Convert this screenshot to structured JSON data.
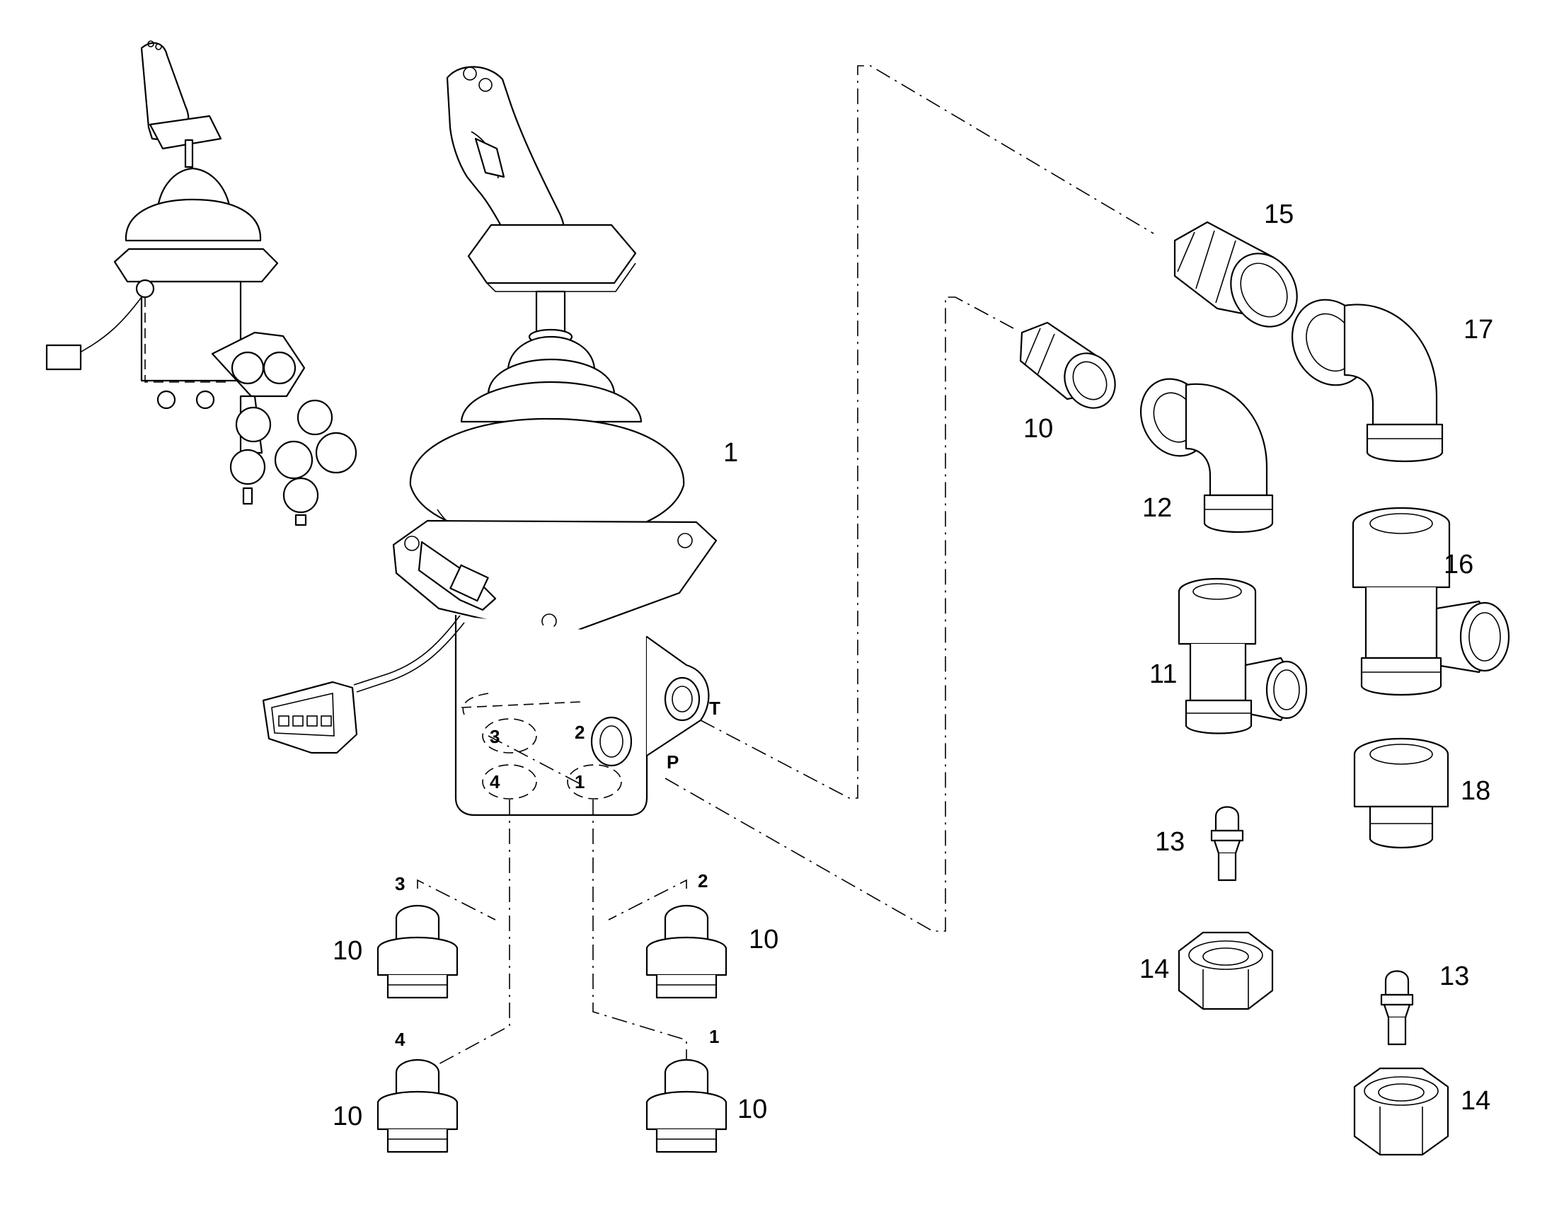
{
  "callouts": {
    "main_valve": "1",
    "fitting_10_top": "10",
    "fitting_10_a": "10",
    "fitting_10_b": "10",
    "fitting_10_c": "10",
    "fitting_10_d": "10",
    "tee_11": "11",
    "elbow_12": "12",
    "nipple_13_a": "13",
    "nipple_13_b": "13",
    "nut_14_a": "14",
    "nut_14_b": "14",
    "adapter_15": "15",
    "tee_16": "16",
    "elbow_17": "17",
    "union_18": "18"
  },
  "ports": {
    "body_1": "1",
    "body_2": "2",
    "body_3": "3",
    "body_4": "4",
    "tank": "T",
    "pressure": "P",
    "lead_1": "1",
    "lead_2": "2",
    "lead_3": "3",
    "lead_4": "4"
  }
}
